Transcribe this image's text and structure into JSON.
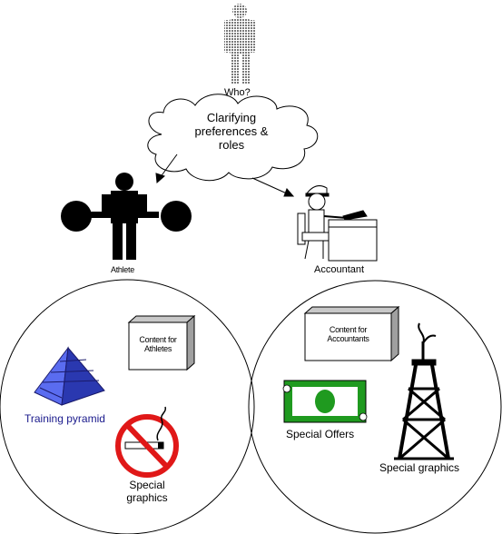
{
  "who": {
    "label": "Who?"
  },
  "cloud": {
    "lines": [
      "Clarifying",
      "preferences &",
      "roles"
    ]
  },
  "athlete": {
    "label": "Athlete"
  },
  "accountant": {
    "label": "Accountant"
  },
  "athlete_circle": {
    "content_box": [
      "Content for",
      "Athletes"
    ],
    "pyramid_label": "Training pyramid",
    "graphics_label": [
      "Special",
      "graphics"
    ]
  },
  "accountant_circle": {
    "content_box": [
      "Content for",
      "Accountants"
    ],
    "offers_label": "Special Offers",
    "graphics_label": "Special graphics"
  },
  "colors": {
    "pyramid_label": "#1a1a8c",
    "pyramid_fill": "#4a5be0",
    "no_sign": "#e01818",
    "money_green": "#1f9a1f",
    "box_shade": "#c8c8c8"
  },
  "icons": [
    "person-silhouette-icon",
    "cloud-icon",
    "weightlifter-icon",
    "accountant-desk-icon",
    "pyramid-icon",
    "no-smoking-icon",
    "money-bill-icon",
    "oil-derrick-icon"
  ]
}
